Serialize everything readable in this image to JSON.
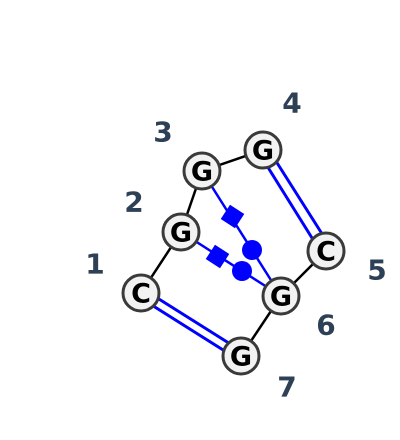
{
  "diagram": {
    "colors": {
      "background": "#ffffff",
      "backbone": "#000000",
      "pair": "#0000ff",
      "node_fill": "#f2f2f2",
      "node_stroke": "#3a3a3a",
      "position_label": "#2e4055"
    },
    "nucleotides": [
      {
        "base": "C",
        "position": "1"
      },
      {
        "base": "G",
        "position": "2"
      },
      {
        "base": "G",
        "position": "3"
      },
      {
        "base": "G",
        "position": "4"
      },
      {
        "base": "C",
        "position": "5"
      },
      {
        "base": "G",
        "position": "6"
      },
      {
        "base": "G",
        "position": "7"
      }
    ],
    "base_pairs": [
      {
        "from": "1",
        "to": "7",
        "type": "canonical"
      },
      {
        "from": "4",
        "to": "5",
        "type": "canonical"
      },
      {
        "from": "3",
        "to": "6",
        "type": "noncanonical"
      },
      {
        "from": "2",
        "to": "6",
        "type": "noncanonical"
      }
    ]
  }
}
